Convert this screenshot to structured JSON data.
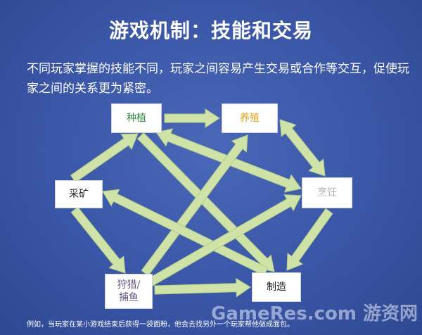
{
  "title": "游戏机制：技能和交易",
  "body_text": "不同玩家掌握的技能不同，玩家之间容易产生交易或合作等交互，促使玩家之间的关系更为紧密。",
  "nodes": {
    "zhongzhi": {
      "label": "种植",
      "color": "#2e8b3e"
    },
    "yangzhi": {
      "label": "养殖",
      "color": "#e0a020"
    },
    "caikuang": {
      "label": "采矿",
      "color": "#222222"
    },
    "pengren": {
      "label": "烹饪",
      "color": "#b0b0b0"
    },
    "shoulie": {
      "label": "狩猎/\n捕鱼",
      "color": "#6a5a86"
    },
    "zhizao": {
      "label": "制造",
      "color": "#222222"
    }
  },
  "footer": "例如，当玩家在某小游戏结束后获得一袋面粉，他会去找另外一个玩家帮他做成面包。",
  "watermark": "GameRes.com 游资网",
  "colors": {
    "arrow_fill": "#cfe3a8",
    "arrow_stroke": "#b4cc8a",
    "background": "#3a56a6"
  }
}
